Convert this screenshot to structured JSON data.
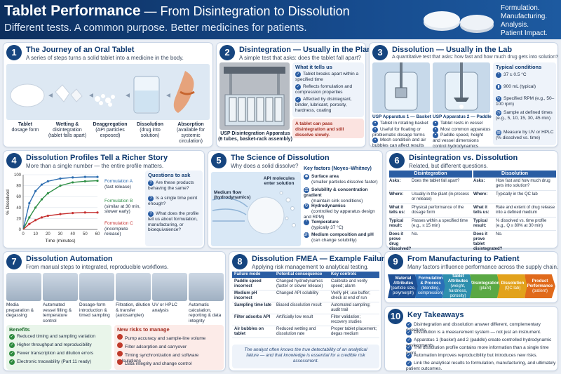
{
  "header": {
    "title_bold": "Tablet Performance",
    "title_rest": " — From Disintegration to Dissolution",
    "subtitle": "Different tests. A common purpose. Better medicines for patients.",
    "right_lines": [
      "Formulation.",
      "Manufacturing.",
      "Analysis.",
      "Patient Impact."
    ]
  },
  "p1": {
    "num": "1",
    "title": "The Journey of an Oral Tablet",
    "sub": "A series of steps turns a solid tablet into a medicine in the body.",
    "steps": [
      {
        "t": "Tablet",
        "d": "dosage form"
      },
      {
        "t": "Wetting &",
        "d": "disintegration (tablet falls apart)"
      },
      {
        "t": "Deaggregation",
        "d": "(API particles exposed)"
      },
      {
        "t": "Dissolution",
        "d": "(drug into solution)"
      },
      {
        "t": "Absorption",
        "d": "(available for systemic circulation)"
      }
    ]
  },
  "p2": {
    "num": "2",
    "title": "Disintegration — Usually in the Plant",
    "sub": "A simple test that asks: does the tablet fall apart?",
    "tells_title": "What it tells us",
    "tells": [
      "Tablet breaks apart within a specified time",
      "Reflects formulation and compression properties",
      "Affected by disintegrant, binder, lubricant, porosity, hardness, coating"
    ],
    "note": "A tablet can pass disintegration and still dissolve slowly.",
    "caption": "USP Disintegration Apparatus",
    "caption2": "(6 tubes, basket-rack assembly)"
  },
  "p3": {
    "num": "3",
    "title": "Dissolution — Usually in the Lab",
    "sub": "A quantitative test that asks: how fast and how much drug gets into solution?",
    "app1": "USP Apparatus 1 — Basket",
    "app1_items": [
      "Tablet in rotating basket",
      "Useful for floating or problematic dosage forms",
      "Mesh condition and air bubbles can affect results"
    ],
    "app2": "USP Apparatus 2 — Paddle",
    "app2_items": [
      "Tablet rests in vessel",
      "Most common apparatus",
      "Paddle speed, height and vessel dimensions control hydrodynamics"
    ],
    "cond_title": "Typical conditions",
    "conds": [
      "37 ± 0.5 °C",
      "900 mL (typical)",
      "Specified RPM (e.g., 50–100 rpm)",
      "Sample at defined times (e.g., 5, 10, 15, 30, 45 min)",
      "Measure by UV or HPLC (% dissolved vs. time)"
    ]
  },
  "p4": {
    "num": "4",
    "title": "Dissolution Profiles Tell a Richer Story",
    "sub": "More than a single number — the entire profile matters.",
    "ask_title": "Questions to ask",
    "asks": [
      "Are these products behaving the same?",
      "Is a single time point enough?",
      "What does the profile tell us about formulation, manufacturing, or bioequivalence?"
    ],
    "legend": [
      {
        "t": "Formulation A",
        "d": "(fast release)",
        "c": "#2b6cb0"
      },
      {
        "t": "Formulation B",
        "d": "(similar at 30 min, slower early)",
        "c": "#2f8f46"
      },
      {
        "t": "Formulation C",
        "d": "(incomplete release)",
        "c": "#c53030"
      }
    ]
  },
  "chart_data": {
    "type": "line",
    "xlabel": "Time (minutes)",
    "ylabel": "% Dissolved",
    "xlim": [
      0,
      60
    ],
    "ylim": [
      0,
      100
    ],
    "xticks": [
      0,
      10,
      20,
      30,
      40,
      50,
      60
    ],
    "yticks": [
      0,
      20,
      40,
      60,
      80,
      100
    ],
    "grid": true,
    "x": [
      0,
      5,
      10,
      15,
      20,
      30,
      40,
      50,
      60
    ],
    "series": [
      {
        "name": "Formulation A",
        "color": "#2b6cb0",
        "values": [
          0,
          48,
          70,
          82,
          88,
          93,
          95,
          96,
          96
        ]
      },
      {
        "name": "Formulation B",
        "color": "#2f8f46",
        "values": [
          0,
          22,
          40,
          55,
          66,
          80,
          86,
          88,
          89
        ]
      },
      {
        "name": "Formulation C",
        "color": "#c53030",
        "values": [
          0,
          10,
          17,
          22,
          25,
          28,
          30,
          31,
          31
        ]
      }
    ]
  },
  "p5": {
    "num": "5",
    "title": "The Science of Dissolution",
    "sub": "Why does a solid dissolve?",
    "flow": "Medium flow (hydrodynamics)",
    "api": "API molecules enter solution",
    "kf_title": "Key factors (Noyes–Whitney)",
    "kf": [
      {
        "t": "Surface area",
        "d": "(smaller particles dissolve faster)"
      },
      {
        "t": "Solubility & concentration gradient",
        "d": "(maintain sink conditions)"
      },
      {
        "t": "Hydrodynamics",
        "d": "(controlled by apparatus design and RPM)"
      },
      {
        "t": "Temperature",
        "d": "(typically 37 °C)"
      },
      {
        "t": "Medium composition and pH",
        "d": "(can change solubility)"
      }
    ]
  },
  "p6": {
    "num": "6",
    "title": "Disintegration vs. Dissolution",
    "sub": "Related, but different questions.",
    "cols": [
      "Disintegration",
      "Dissolution"
    ],
    "rows": [
      {
        "k": "Asks:",
        "a": "Does the tablet fall apart?",
        "k2": "Asks:",
        "b": "How fast and how much drug gets into solution?"
      },
      {
        "k": "Where:",
        "a": "Usually in the plant (in-process or release)",
        "k2": "Where:",
        "b": "Typically in the QC lab"
      },
      {
        "k": "What it tells us:",
        "a": "Physical performance of the dosage form",
        "k2": "What it tells us:",
        "b": "Rate and extent of drug release into a defined medium"
      },
      {
        "k": "Typical result:",
        "a": "Passes within a specified time (e.g., ≤ 15 min)",
        "k2": "Typical result:",
        "b": "% dissolved vs. time profile (e.g., Q ≥ 80% at 30 min)"
      },
      {
        "k": "Does it prove drug dissolved?",
        "a": "No.",
        "k2": "Does it prove tablet disintegrated?",
        "b": "No."
      }
    ]
  },
  "p7": {
    "num": "7",
    "title": "Dissolution Automation",
    "sub": "From manual steps to integrated, reproducible workflows.",
    "steps": [
      "Media preparation & degassing",
      "Automated vessel filling & temperature control",
      "Dosage-form introduction & timed sampling",
      "Filtration, dilution & transfer (autosampler)",
      "UV or HPLC analysis",
      "Automatic calculation, reporting & data integrity"
    ],
    "ben_title": "Benefits",
    "bens": [
      "Reduced timing and sampling variation",
      "Higher throughput and reproducibility",
      "Fewer transcription and dilution errors",
      "Electronic traceability (Part 11 ready)"
    ],
    "risk_title": "New risks to manage",
    "risks": [
      "Pump accuracy and sample-line volume",
      "Filter adsorption and carryover",
      "Timing synchronization and software calculations",
      "Data integrity and change control"
    ]
  },
  "p8": {
    "num": "8",
    "title": "Dissolution FMEA — Example Failure Modes",
    "sub": "Applying risk management to analytical testing.",
    "cols": [
      "Failure mode",
      "Potential consequence",
      "Key controls"
    ],
    "rows": [
      [
        "Paddle speed incorrect",
        "Changed hydrodynamics (faster or slower release)",
        "Calibrate and verify speed; alarm"
      ],
      [
        "Medium pH incorrect",
        "Changed API solubility",
        "Verify pH; use buffer; check at end of run"
      ],
      [
        "Sampling time late",
        "Biased dissolution result",
        "Automated sampling; audit trail"
      ],
      [
        "Filter adsorbs API",
        "Artificially low result",
        "Filter validation; recovery studies"
      ],
      [
        "Air bubbles on tablet",
        "Reduced wetting and dissolution rate",
        "Proper tablet placement; degas medium"
      ]
    ],
    "quote": "The analyst often knows the true detectability of an analytical failure — and that knowledge is essential for a credible risk assessment."
  },
  "p9": {
    "num": "9",
    "title": "From Manufacturing to Patient",
    "sub": "Many factors influence performance across the supply chain.",
    "chain": [
      {
        "t": "Material Attributes",
        "d": "(particle size, polymorph)",
        "c": "#1e4f94"
      },
      {
        "t": "Formulation & Process",
        "d": "(blending, compression)",
        "c": "#2a6fb8"
      },
      {
        "t": "Tablet Attributes",
        "d": "(weight, hardness, porosity)",
        "c": "#2e8fae"
      },
      {
        "t": "Disintegration",
        "d": "(plant)",
        "c": "#5aa844"
      },
      {
        "t": "Dissolution",
        "d": "(QC lab)",
        "c": "#e2a21b"
      },
      {
        "t": "Product Performance",
        "d": "(patient)",
        "c": "#e06a1b"
      }
    ]
  },
  "p10": {
    "num": "10",
    "title": "Key Takeaways",
    "items": [
      "Disintegration and dissolution answer different, complementary questions.",
      "Dissolution is a measurement system — not just an instrument.",
      "Apparatus 1 (basket) and 2 (paddle) create controlled hydrodynamic environments.",
      "The dissolution profile contains more information than a single time point.",
      "Automation improves reproducibility but introduces new risks.",
      "Link the analytical results to formulation, manufacturing, and ultimately patient outcomes."
    ]
  }
}
